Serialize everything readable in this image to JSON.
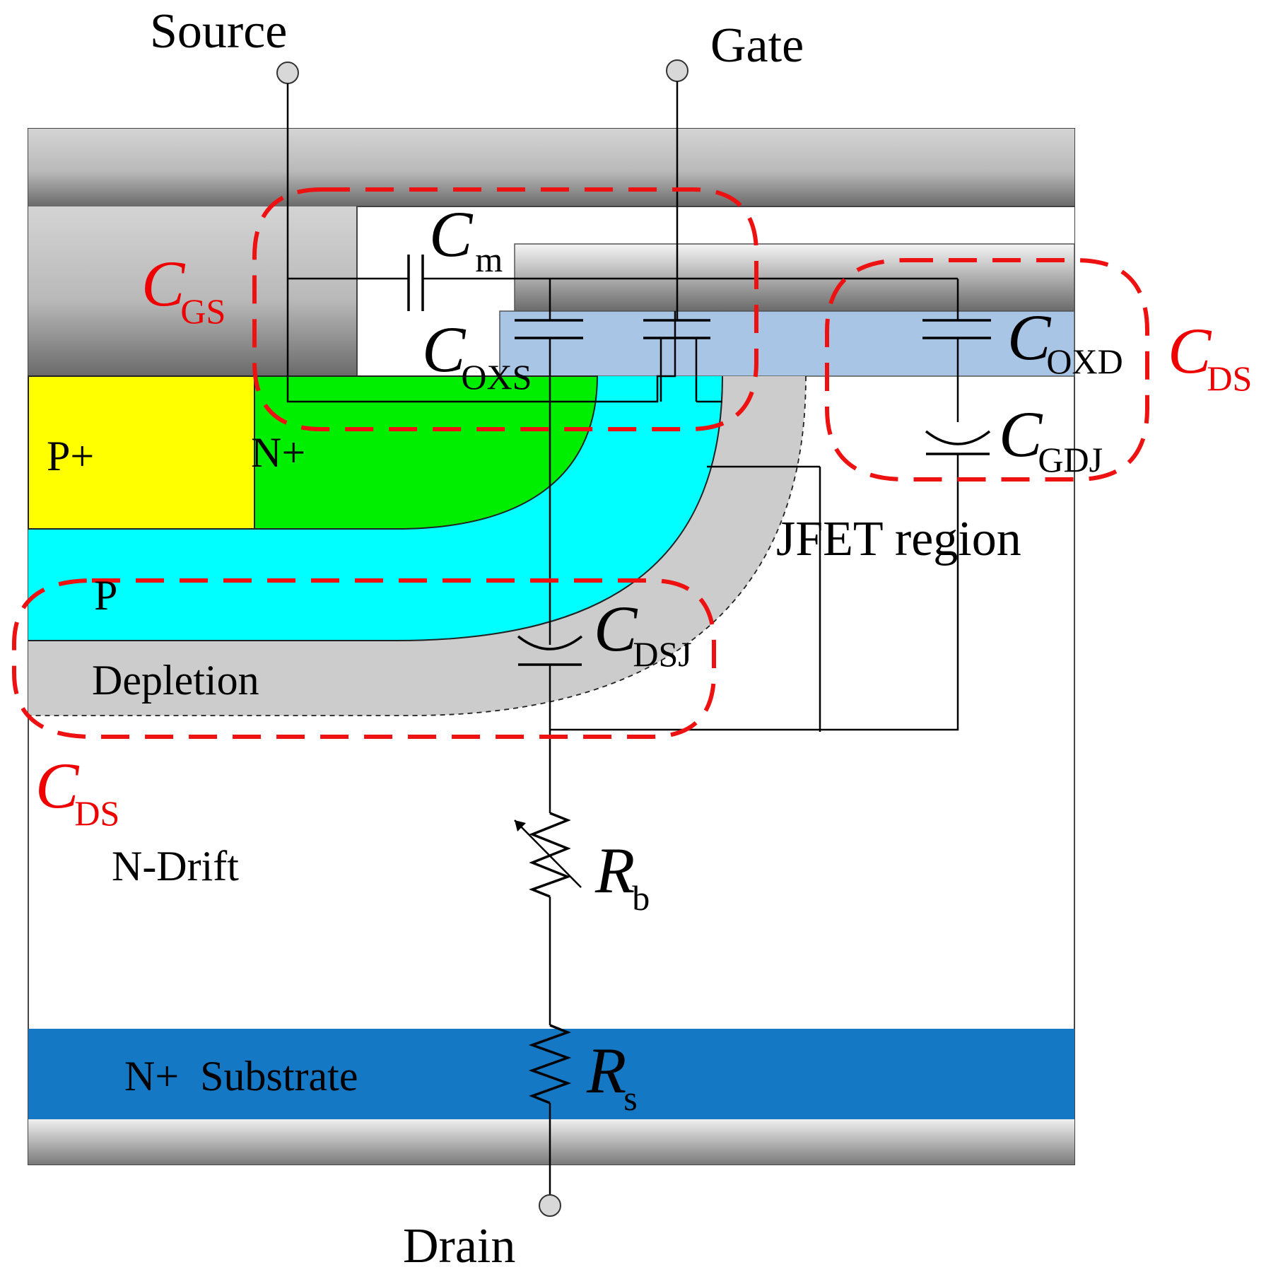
{
  "terminals": {
    "source": "Source",
    "gate": "Gate",
    "drain": "Drain"
  },
  "regions": {
    "p_plus": "P+",
    "n_plus": "N+",
    "p_body": "P",
    "depletion": "Depletion",
    "jfet": "JFET region",
    "n_drift": "N-Drift",
    "substrate": "N+  Substrate"
  },
  "components": {
    "cm": {
      "main": "C",
      "sub": "m"
    },
    "coxs": {
      "main": "C",
      "sub": "OXS"
    },
    "coxd": {
      "main": "C",
      "sub": "OXD"
    },
    "cgdj": {
      "main": "C",
      "sub": "GDJ"
    },
    "cdsj": {
      "main": "C",
      "sub": "DSJ"
    },
    "rb": {
      "main": "R",
      "sub": "b"
    },
    "rs": {
      "main": "R",
      "sub": "s"
    }
  },
  "groups": {
    "cgs": {
      "main": "C",
      "sub": "GS"
    },
    "cds_right": {
      "main": "C",
      "sub": "DS"
    },
    "cds_left": {
      "main": "C",
      "sub": "DS"
    }
  },
  "colors": {
    "p_plus": "#ffff00",
    "n_plus": "#00ee00",
    "p_body": "#00ffff",
    "depletion": "#cccccc",
    "oxide": "#a9c5e6",
    "substrate": "#1578c4",
    "group_outline": "#ee1111"
  }
}
